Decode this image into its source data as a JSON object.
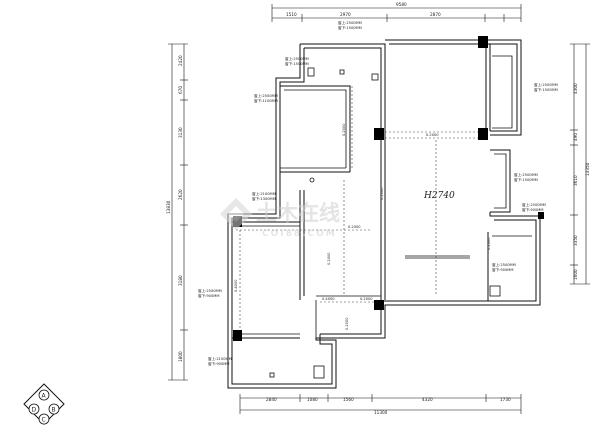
{
  "plan": {
    "ceiling_height_label": "H2740",
    "top_dimensions": [
      "1510",
      "2970",
      "2870"
    ],
    "top_total": "9580",
    "bottom_dimensions": [
      "2840",
      "1080",
      "1560",
      "4320",
      "1730"
    ],
    "bottom_total": "11300",
    "left_dimensions": [
      "2420",
      "670",
      "3130",
      "2620",
      "3180",
      "1800"
    ],
    "left_total": "13830",
    "right_dimensions": [
      "4300",
      "490",
      "3610",
      "3350",
      "1600"
    ],
    "right_total": "13350",
    "window_annotations": [
      {
        "line1": "窗上:2500MM",
        "line2": "窗下:1500MM"
      },
      {
        "line1": "窗上:2500MM",
        "line2": "窗下:1500MM"
      },
      {
        "line1": "窗上:2500MM",
        "line2": "窗下:1100MM"
      },
      {
        "line1": "窗上:2100MM",
        "line2": "窗下:1300MM"
      },
      {
        "line1": "窗上:2500MM",
        "line2": "窗下:1500MM"
      },
      {
        "line1": "窗上:2500MM",
        "line2": "窗下:1500MM"
      },
      {
        "line1": "窗上:2500MM",
        "line2": "窗下:900MM"
      },
      {
        "line1": "窗上:2500MM",
        "line2": "窗下:900MM"
      },
      {
        "line1": "窗上:2500MM",
        "line2": "窗下:900MM"
      },
      {
        "line1": "窗上:2100MM",
        "line2": "窗下:900MM"
      }
    ],
    "beam_labels": [
      "0.2000",
      "0.2000",
      "0.2000",
      "0.2000",
      "0.4000",
      "0.4000",
      "0.2000",
      "0.2000",
      "0.2000",
      "0.2000"
    ],
    "watermark": {
      "cn": "土木在线",
      "en": "COI88.COM"
    },
    "compass": {
      "top": "A",
      "left": "D",
      "right": "B",
      "bottom": "C"
    },
    "colors": {
      "line": "#111111",
      "watermark": "#cfcfcf"
    }
  }
}
